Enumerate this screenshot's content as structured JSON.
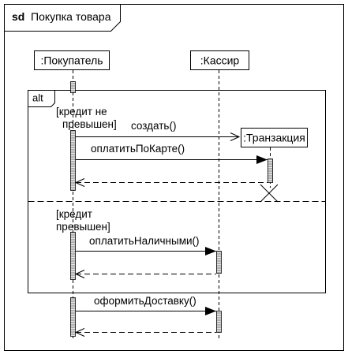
{
  "frame": {
    "kind": "sd",
    "name": "Покупка товара"
  },
  "lifelines": {
    "buyer": ":Покупатель",
    "cashier": ":Кассир",
    "transaction": ":Транзакция"
  },
  "fragment": {
    "operator": "alt",
    "guard_1_line_1": "[кредит не",
    "guard_1_line_2": "превышен]",
    "guard_2_line_1": "[кредит",
    "guard_2_line_2": "превышен]"
  },
  "messages": {
    "create": "создать()",
    "pay_by_card": "оплатитьПоКарте()",
    "pay_cash": "оплатитьНаличными()",
    "arrange_delivery": "оформитьДоставку()"
  }
}
